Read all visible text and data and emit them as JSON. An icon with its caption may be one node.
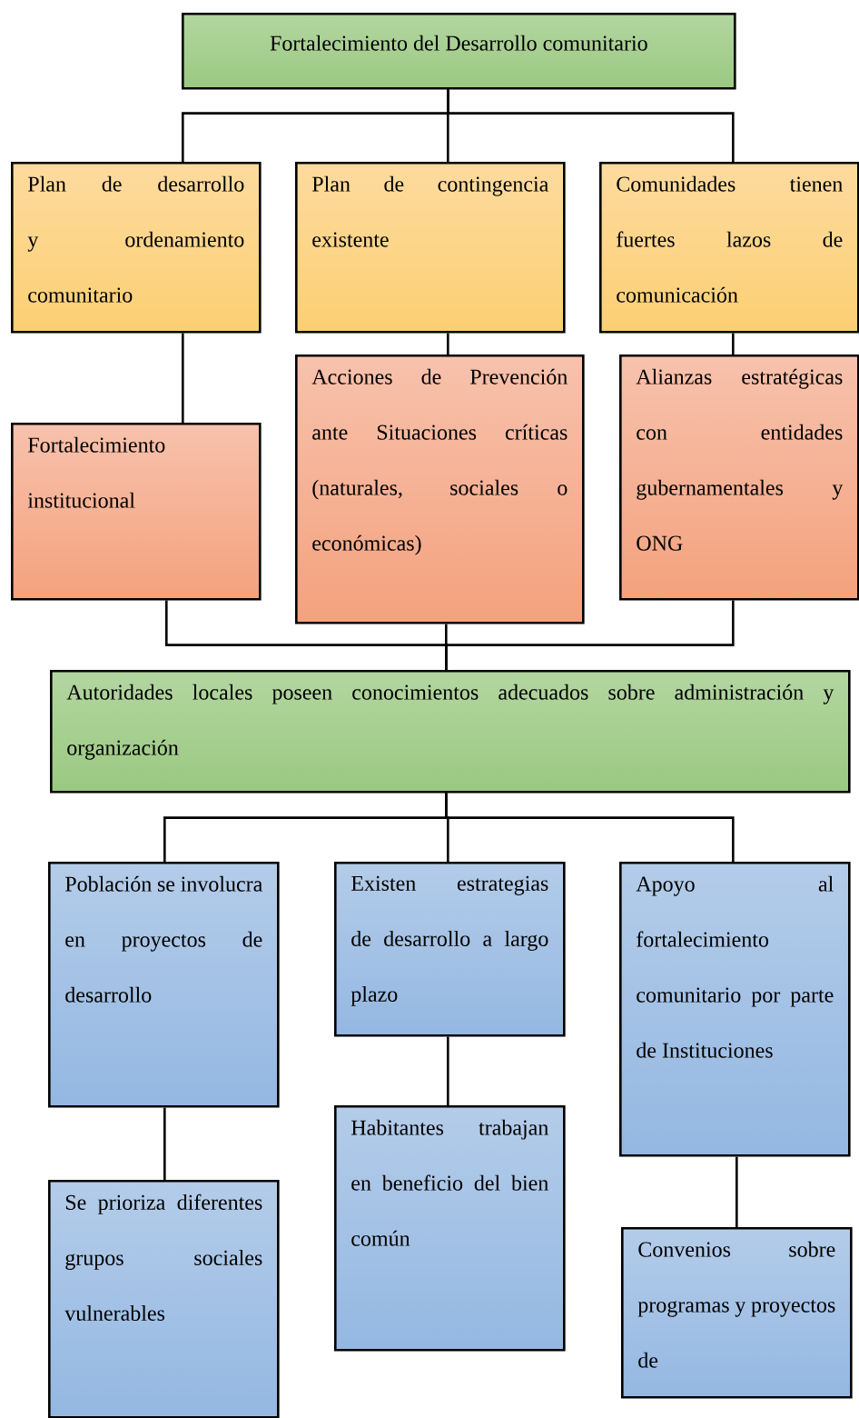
{
  "diagram": {
    "nodes": [
      {
        "text": [
          "Fortalecimiento del Desarrollo comunitario"
        ]
      },
      {
        "text": [
          "Plan de desarrollo y ordenamiento comunitario"
        ]
      },
      {
        "text": [
          "Plan de contingencia existente"
        ]
      },
      {
        "text": [
          "Comunidades tienen fuertes lazos de comunicación"
        ]
      },
      {
        "text": [
          "Fortalecimiento institucional"
        ]
      },
      {
        "text": [
          "Acciones de Prevención ante Situaciones críticas (naturales, sociales o económicas)"
        ]
      },
      {
        "text": [
          "Alianzas estratégicas con entidades gubernamentales y ONG"
        ]
      },
      {
        "text": [
          "Autoridades locales poseen conocimientos adecuados sobre administración y organización"
        ]
      },
      {
        "text": [
          "Población se involucra en proyectos de desarrollo"
        ]
      },
      {
        "text": [
          "Existen estrategias de desarrollo a largo plazo"
        ]
      },
      {
        "text": [
          "Apoyo al fortalecimiento comunitario por parte de Instituciones"
        ]
      },
      {
        "text": [
          "Se prioriza diferentes grupos sociales vulnerables"
        ]
      },
      {
        "text": [
          "Habitantes trabajan en beneficio del bien común"
        ]
      },
      {
        "text": [
          "Convenios sobre programas y proyectos de"
        ]
      }
    ],
    "edges": [
      {
        "from": 0,
        "to": 1,
        "arrow": "none"
      },
      {
        "from": 0,
        "to": 2,
        "arrow": "none"
      },
      {
        "from": 0,
        "to": 3,
        "arrow": "none"
      },
      {
        "from": 1,
        "to": 4,
        "arrow": "none"
      },
      {
        "from": 2,
        "to": 5,
        "arrow": "none"
      },
      {
        "from": 3,
        "to": 6,
        "arrow": "none"
      },
      {
        "from": 4,
        "to": 7,
        "arrow": "none"
      },
      {
        "from": 5,
        "to": 7,
        "arrow": "none"
      },
      {
        "from": 6,
        "to": 7,
        "arrow": "none"
      },
      {
        "from": 7,
        "to": 8,
        "arrow": "none"
      },
      {
        "from": 7,
        "to": 9,
        "arrow": "none"
      },
      {
        "from": 7,
        "to": 10,
        "arrow": "none"
      },
      {
        "from": 8,
        "to": 11,
        "arrow": "none"
      },
      {
        "from": 9,
        "to": 12,
        "arrow": "none"
      },
      {
        "from": 10,
        "to": 13,
        "arrow": "none"
      }
    ]
  }
}
